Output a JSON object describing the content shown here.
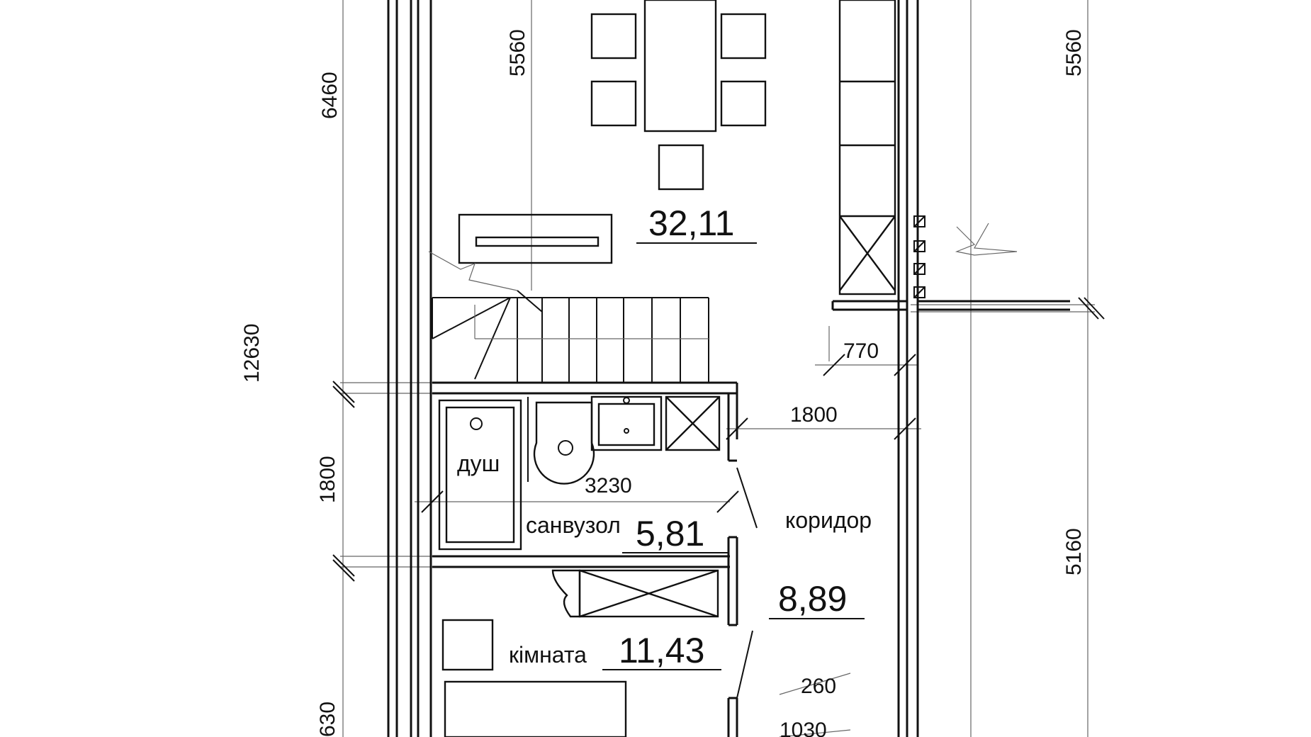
{
  "dimensions": {
    "d5560_left": "5560",
    "d6460": "6460",
    "d5560_right": "5560",
    "d12630": "12630",
    "d770": "770",
    "d1800_h": "1800",
    "d1800_v": "1800",
    "d3230": "3230",
    "d5160": "5160",
    "d260": "260",
    "d1030": "1030",
    "d630": "630"
  },
  "rooms": {
    "kitchen_area": "32,11",
    "shower_label": "душ",
    "bathroom_label": "санвузол",
    "bathroom_area": "5,81",
    "corridor_label": "коридор",
    "corridor_area": "8,89",
    "room_label": "кімната",
    "room_area": "11,43"
  }
}
